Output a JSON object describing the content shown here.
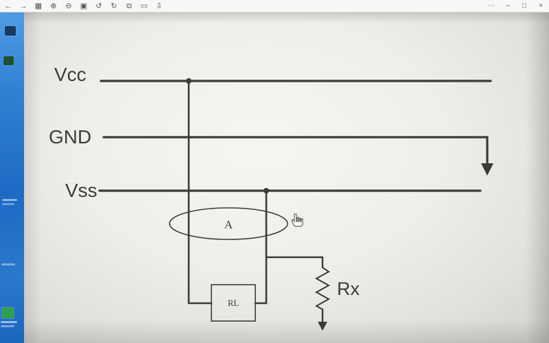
{
  "titlebar": {
    "icons": [
      {
        "name": "back",
        "glyph": "←"
      },
      {
        "name": "forward",
        "glyph": "→"
      },
      {
        "name": "thumbnails",
        "glyph": "▦"
      },
      {
        "name": "zoom-in",
        "glyph": "⊕"
      },
      {
        "name": "zoom-out",
        "glyph": "⊖"
      },
      {
        "name": "fit-image",
        "glyph": "▣"
      },
      {
        "name": "rotate-left",
        "glyph": "↺"
      },
      {
        "name": "rotate-right",
        "glyph": "↻"
      },
      {
        "name": "side-by-side",
        "glyph": "⧉"
      },
      {
        "name": "crop",
        "glyph": "▭"
      },
      {
        "name": "save",
        "glyph": "⇩"
      }
    ],
    "more": "⋯",
    "minimize": "–",
    "maximize": "□",
    "close": "×"
  },
  "diagram": {
    "rail_vcc": "Vcc",
    "rail_gnd": "GND",
    "rail_vss": "Vss",
    "ammeter_label": "A",
    "load_label": "RL",
    "resistor_label": "Rx"
  },
  "colors": {
    "desktop_blue": "#2f7fd2",
    "line_color": "#3a3a3a",
    "page_white": "#f2f1ee"
  }
}
